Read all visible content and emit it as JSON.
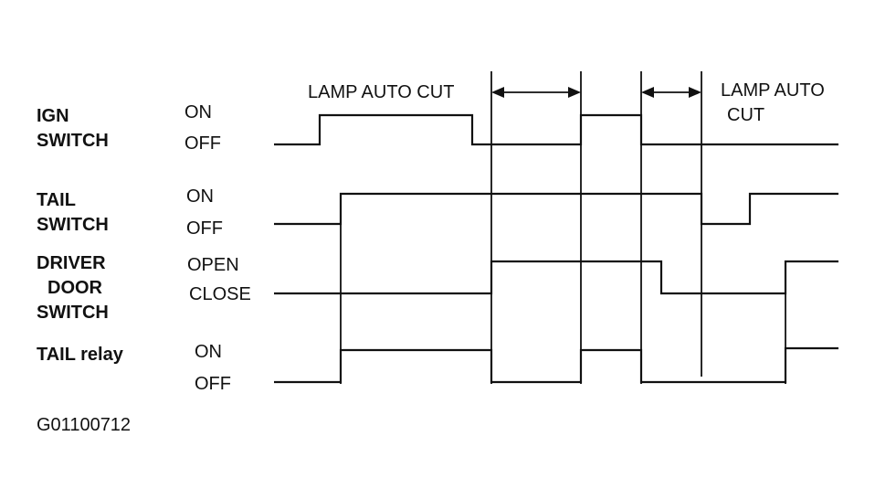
{
  "diagram": {
    "signals": [
      {
        "id": "ign",
        "name_lines": [
          "IGN",
          "SWITCH"
        ],
        "high_label": "ON",
        "low_label": "OFF"
      },
      {
        "id": "tail_switch",
        "name_lines": [
          "TAIL",
          "SWITCH"
        ],
        "high_label": "ON",
        "low_label": "OFF"
      },
      {
        "id": "door",
        "name_lines": [
          "DRIVER",
          "DOOR",
          "SWITCH"
        ],
        "high_label": "OPEN",
        "low_label": "CLOSE"
      },
      {
        "id": "tail_relay",
        "name_lines": [
          "TAIL relay"
        ],
        "high_label": "ON",
        "low_label": "OFF"
      }
    ],
    "annotations": {
      "lamp_auto_cut_1": "LAMP AUTO CUT",
      "lamp_auto_cut_2_line1": "LAMP AUTO",
      "lamp_auto_cut_2_line2": "CUT"
    },
    "figure_id": "G01100712"
  }
}
